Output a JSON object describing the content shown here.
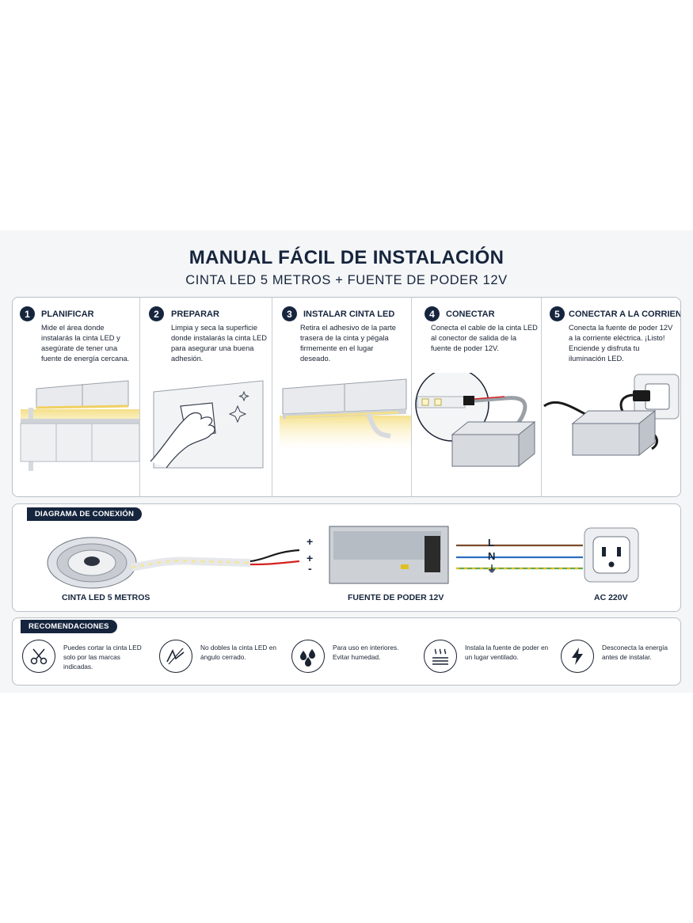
{
  "header": {
    "title": "MANUAL FÁCIL DE INSTALACIÓN",
    "subtitle": "CINTA LED 5 METROS + FUENTE DE PODER 12V"
  },
  "steps": [
    {
      "number": "1",
      "title": "PLANIFICAR",
      "text": "Mide el área donde instalarás la cinta LED y asegúrate de tener una fuente de energía cercana."
    },
    {
      "number": "2",
      "title": "PREPARAR",
      "text": "Limpia y seca la superficie donde instalarás la cinta LED para asegurar una buena adhesión."
    },
    {
      "number": "3",
      "title": "INSTALAR CINTA LED",
      "text": "Retira el adhesivo de la parte trasera de la cinta y pégala firmemente en el lugar deseado."
    },
    {
      "number": "4",
      "title": "CONECTAR",
      "text": "Conecta el cable de la cinta LED al conector de salida de la fuente de poder 12V."
    },
    {
      "number": "5",
      "title": "CONECTAR A LA CORRIENTE",
      "text": "Conecta la fuente de poder 12V a la corriente eléctrica. ¡Listo! Enciende y disfruta tu iluminación LED."
    }
  ],
  "diagram": {
    "badge": "DIAGRAMA DE CONEXIÓN",
    "strip_label": "CINTA LED 5 METROS",
    "psu_label": "FUENTE DE PODER 12V",
    "outlet_label": "AC 220V",
    "plus_top": "+",
    "plus_mid": "+",
    "minus": "-",
    "terminal_l": "L",
    "terminal_n": "N",
    "ground_symbol": "⏚",
    "colors": {
      "red": "#d62020",
      "black": "#1a1a1a",
      "brown": "#7a4a2a",
      "blue": "#2a6fc0",
      "green": "#6aa84f",
      "yellow": "#e0c020"
    }
  },
  "recommendations": {
    "badge": "RECOMENDACIONES",
    "items": [
      {
        "icon": "scissors-icon",
        "text": "Puedes cortar la cinta LED solo por las marcas indicadas."
      },
      {
        "icon": "no-bend-icon",
        "text": "No dobles la cinta LED en ángulo cerrado."
      },
      {
        "icon": "water-drops-icon",
        "text": "Para uso en interiores. Evitar humedad."
      },
      {
        "icon": "ventilation-icon",
        "text": "Instala la fuente de poder en un lugar ventilado."
      },
      {
        "icon": "lightning-icon",
        "text": "Desconecta la energía antes de instalar."
      }
    ]
  },
  "theme": {
    "navy": "#16253d",
    "led_glow": "#f7e7a6"
  }
}
